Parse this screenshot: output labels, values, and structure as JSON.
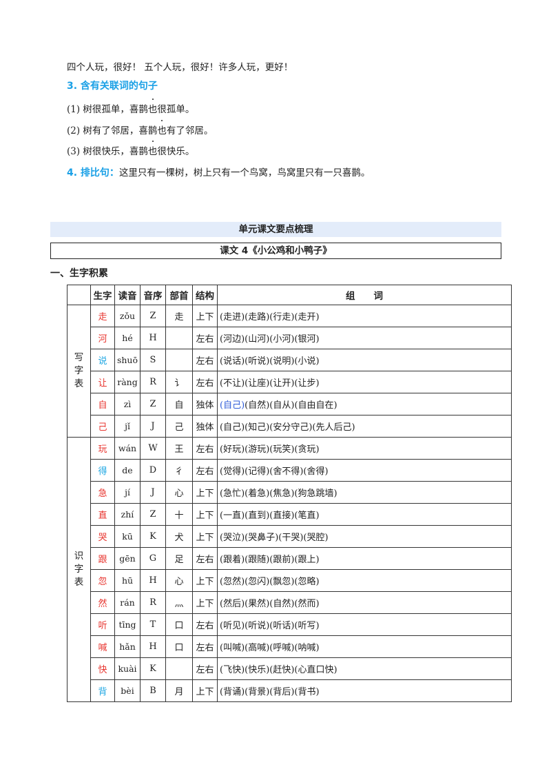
{
  "intro": {
    "line1": "四个人玩，很好！ 五个人玩，很好！许多人玩，更好！",
    "section3": {
      "heading": "3. 含有关联词的句子",
      "items": [
        {
          "pre": "(1) 树很孤单，喜鹊",
          "dot": "也",
          "post": "很孤单。"
        },
        {
          "pre": "(2) 树有了邻居，喜鹊",
          "dot": "也",
          "post": "有了邻居。"
        },
        {
          "pre": "(3) 树很快乐，喜鹊",
          "dot": "也",
          "post": "很快乐。"
        }
      ]
    },
    "section4": {
      "heading": "4. 排比句：",
      "text": "这里只有一棵树，树上只有一个鸟窝，鸟窝里只有一只喜鹊。"
    }
  },
  "band_title": "单元课文要点梳理",
  "lesson_title": "课文 4《小公鸡和小鸭子》",
  "section_heading": "一、生字积累",
  "table": {
    "headers": [
      "",
      "生字",
      "读音",
      "音序",
      "部首",
      "结构",
      "组　　词"
    ],
    "groups": [
      {
        "label": "写字表",
        "rows": [
          {
            "char": "走",
            "color": "red",
            "pinyin": "zǒu",
            "order": "Z",
            "radical": "走",
            "structure": "上下",
            "words": "(走进)(走路)(行走)(走开)"
          },
          {
            "char": "河",
            "color": "red",
            "pinyin": "hé",
            "order": "H",
            "radical": "",
            "structure": "左右",
            "words": "(河边)(山河)(小河)(银河)"
          },
          {
            "char": "说",
            "color": "cyan",
            "pinyin": "shuō",
            "order": "S",
            "radical": "",
            "structure": "左右",
            "words": "(说话)(听说)(说明)(小说)"
          },
          {
            "char": "让",
            "color": "red",
            "pinyin": "ràng",
            "order": "R",
            "radical": "讠",
            "structure": "左右",
            "words": "(不让)(让座)(让开)(让步)"
          },
          {
            "char": "自",
            "color": "red",
            "pinyin": "zì",
            "order": "Z",
            "radical": "自",
            "structure": "独体",
            "words_highlight": "(自己)",
            "words": "(自然)(自从)(自由自在)"
          },
          {
            "char": "己",
            "color": "red",
            "pinyin": "jǐ",
            "order": "J",
            "radical": "己",
            "structure": "独体",
            "words": " (自己)(知己)(安分守己)(先人后己)"
          }
        ]
      },
      {
        "label": "识字表",
        "rows": [
          {
            "char": "玩",
            "color": "red",
            "pinyin": "wán",
            "order": "W",
            "radical": "王",
            "structure": "左右",
            "words": "(好玩)(游玩)(玩笑)(贪玩)"
          },
          {
            "char": "得",
            "color": "cyan",
            "pinyin": "de",
            "order": "D",
            "radical": "彳",
            "structure": "左右",
            "words": "(觉得)(记得)(舍不得)(舍得)"
          },
          {
            "char": "急",
            "color": "red",
            "pinyin": "jí",
            "order": "J",
            "radical": "心",
            "structure": "上下",
            "words": "(急忙)(着急)(焦急)(狗急跳墙)"
          },
          {
            "char": "直",
            "color": "red",
            "pinyin": "zhí",
            "order": "Z",
            "radical": "十",
            "structure": "上下",
            "words": "(一直)(直到)(直接)(笔直)"
          },
          {
            "char": "哭",
            "color": "red",
            "pinyin": "kū",
            "order": "K",
            "radical": "犬",
            "structure": "上下",
            "words": "(哭泣)(哭鼻子)(干哭)(哭腔)"
          },
          {
            "char": "跟",
            "color": "red",
            "pinyin": "gēn",
            "order": "G",
            "radical": "足",
            "structure": "左右",
            "words": "(跟着)(跟随)(跟前)(跟上)"
          },
          {
            "char": "忽",
            "color": "red",
            "pinyin": "hū",
            "order": "H",
            "radical": "心",
            "structure": "上下",
            "words": "(忽然)(忽闪)(飘忽)(忽略)"
          },
          {
            "char": "然",
            "color": "red",
            "pinyin": "rán",
            "order": "R",
            "radical": "灬",
            "structure": "上下",
            "words": "(然后)(果然)(自然)(然而)"
          },
          {
            "char": "听",
            "color": "red",
            "pinyin": "tīng",
            "order": "T",
            "radical": "口",
            "structure": "左右",
            "words": "(听见)(听说)(听话)(听写)"
          },
          {
            "char": "喊",
            "color": "red",
            "pinyin": "hǎn",
            "order": "H",
            "radical": "口",
            "structure": "左右",
            "words": "(叫喊)(高喊)(呼喊)(呐喊)"
          },
          {
            "char": "快",
            "color": "red",
            "pinyin": "kuài",
            "order": "K",
            "radical": "",
            "structure": "左右",
            "words": "(飞快)(快乐)(赶快)(心直口快)"
          },
          {
            "char": "背",
            "color": "cyan",
            "pinyin": "bèi",
            "order": "B",
            "radical": "月",
            "structure": "上下",
            "words": "(背诵)(背景)(背后)(背书)"
          }
        ]
      }
    ]
  }
}
